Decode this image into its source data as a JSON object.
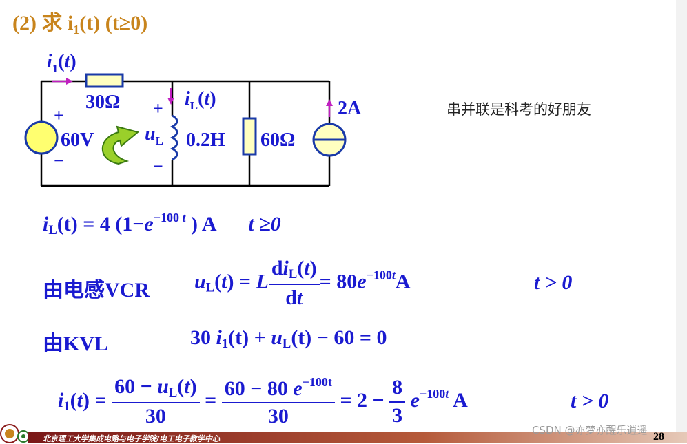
{
  "title": "(2) 求 i₁(t)  (t≥0)",
  "circuit": {
    "current_label": "i₁(t)",
    "resistor1": "30Ω",
    "source_voltage": "60V",
    "source_plus": "+",
    "source_minus": "−",
    "inductor_current": "iL(t)",
    "inductor_voltage": "uL",
    "inductor_plus": "+",
    "inductor_minus": "−",
    "inductor_value": "0.2H",
    "resistor2": "60Ω",
    "current_source": "2A"
  },
  "note": "串并联是科考的好朋友",
  "eq1": {
    "prefix": "(t) = 4 (1−",
    "exp": "−100",
    "suffix": ") A",
    "condition": "t ≥0"
  },
  "eq2": {
    "label": "由电感VCR",
    "rhs": "= 80",
    "exp": "−100",
    "unit": "A",
    "condition": "t > 0"
  },
  "eq3": {
    "label": "由KVL",
    "expr_a": "30",
    "expr_b": "(t) +",
    "expr_c": "(t) − 60 = 0"
  },
  "eq4": {
    "num1": "60 −",
    "den1": "30",
    "num2": "60 − 80",
    "exp2": "−100t",
    "den2": "30",
    "mid": "= 2 −",
    "num3": "8",
    "den3": "3",
    "exp3": "−100",
    "unit": "A",
    "condition": "t > 0"
  },
  "footer": "北京理工大学集成电路与电子学院/电工电子教学中心",
  "watermark": "CSDN @亦梦亦醒乐逍遥",
  "page_number": "28"
}
